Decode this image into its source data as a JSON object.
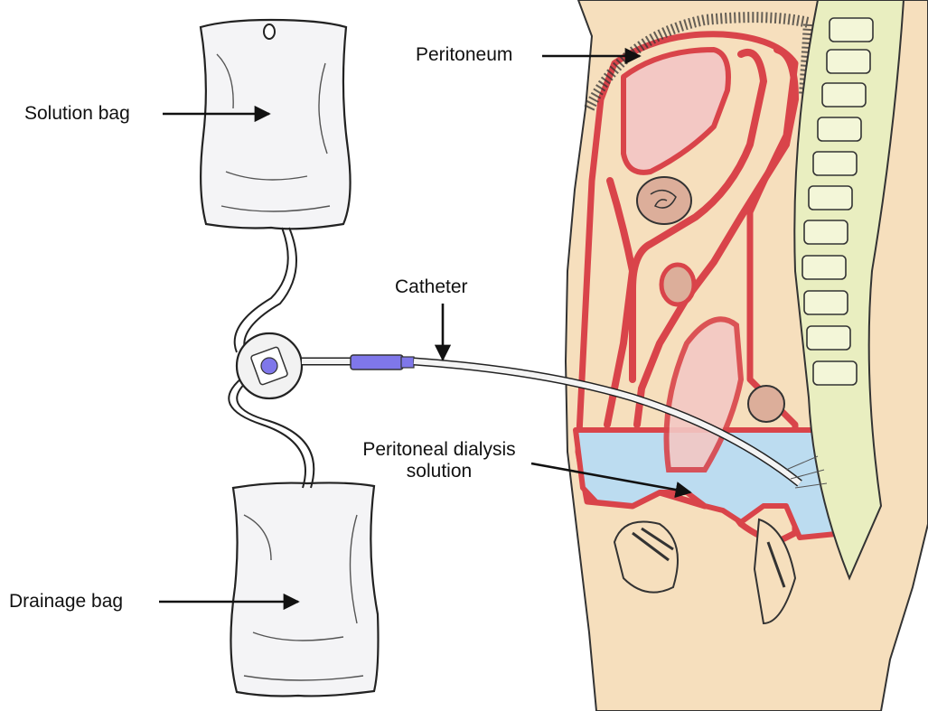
{
  "labels": {
    "solution_bag": "Solution bag",
    "drainage_bag": "Drainage bag",
    "peritoneum": "Peritoneum",
    "catheter": "Catheter",
    "dialysis_solution_line1": "Peritoneal dialysis",
    "dialysis_solution_line2": "solution"
  },
  "colors": {
    "skin": "#f6dfbd",
    "peritoneum_red": "#d9444a",
    "organ_pink": "#f3c8c4",
    "bowel_tan": "#dcae9a",
    "dialysis_fluid": "#bcdcf0",
    "spine": "#e9eec0",
    "catheter_connector": "#7f77ea",
    "bag_fill": "#f4f4f6",
    "outline": "#222222"
  }
}
